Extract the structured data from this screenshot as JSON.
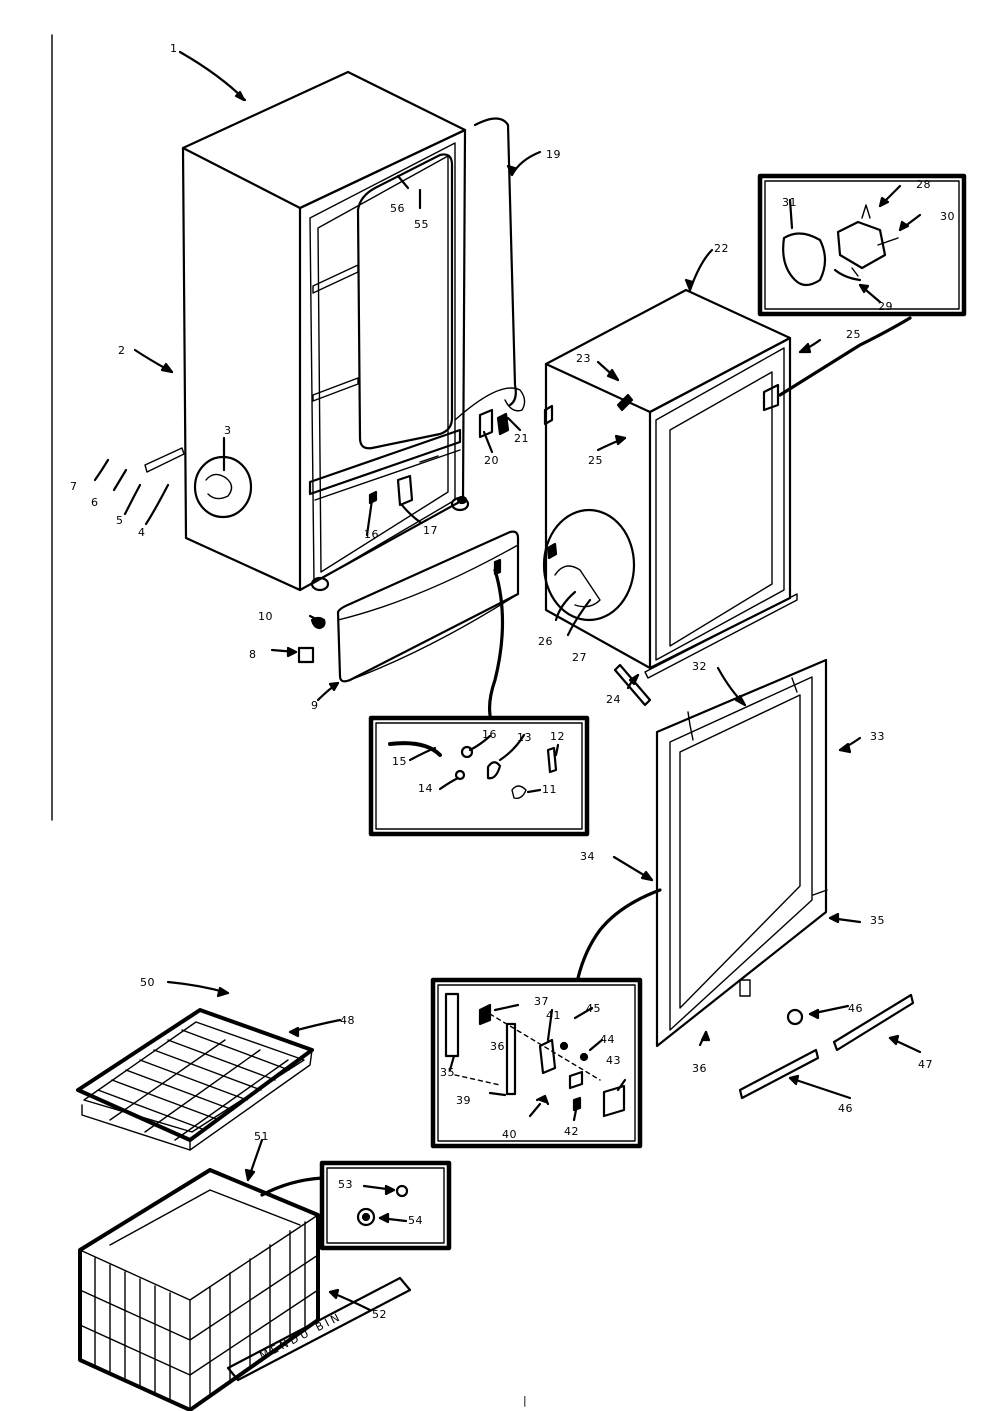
{
  "diagram": {
    "bin_label": "MENDU BIN",
    "footer_mark": "|",
    "parts": [
      {
        "id": "p1",
        "num": "1"
      },
      {
        "id": "p2",
        "num": "2"
      },
      {
        "id": "p3",
        "num": "3"
      },
      {
        "id": "p4",
        "num": "4"
      },
      {
        "id": "p5",
        "num": "5"
      },
      {
        "id": "p6",
        "num": "6"
      },
      {
        "id": "p7",
        "num": "7"
      },
      {
        "id": "p8",
        "num": "8"
      },
      {
        "id": "p9",
        "num": "9"
      },
      {
        "id": "p10",
        "num": "10"
      },
      {
        "id": "p11",
        "num": "11"
      },
      {
        "id": "p12",
        "num": "12"
      },
      {
        "id": "p13",
        "num": "13"
      },
      {
        "id": "p14",
        "num": "14"
      },
      {
        "id": "p15",
        "num": "15"
      },
      {
        "id": "p16a",
        "num": "16"
      },
      {
        "id": "p16b",
        "num": "16"
      },
      {
        "id": "p17",
        "num": "17"
      },
      {
        "id": "p19",
        "num": "19"
      },
      {
        "id": "p20",
        "num": "20"
      },
      {
        "id": "p21",
        "num": "21"
      },
      {
        "id": "p22",
        "num": "22"
      },
      {
        "id": "p23",
        "num": "23"
      },
      {
        "id": "p24",
        "num": "24"
      },
      {
        "id": "p25a",
        "num": "25"
      },
      {
        "id": "p25b",
        "num": "25"
      },
      {
        "id": "p26",
        "num": "26"
      },
      {
        "id": "p27",
        "num": "27"
      },
      {
        "id": "p28",
        "num": "28"
      },
      {
        "id": "p29",
        "num": "29"
      },
      {
        "id": "p30",
        "num": "30"
      },
      {
        "id": "p31",
        "num": "31"
      },
      {
        "id": "p32",
        "num": "32"
      },
      {
        "id": "p33",
        "num": "33"
      },
      {
        "id": "p34",
        "num": "34"
      },
      {
        "id": "p35a",
        "num": "35"
      },
      {
        "id": "p35b",
        "num": "35"
      },
      {
        "id": "p36a",
        "num": "36"
      },
      {
        "id": "p36b",
        "num": "36"
      },
      {
        "id": "p37",
        "num": "37"
      },
      {
        "id": "p39",
        "num": "39"
      },
      {
        "id": "p40",
        "num": "40"
      },
      {
        "id": "p41",
        "num": "41"
      },
      {
        "id": "p42",
        "num": "42"
      },
      {
        "id": "p43",
        "num": "43"
      },
      {
        "id": "p44",
        "num": "44"
      },
      {
        "id": "p45",
        "num": "45"
      },
      {
        "id": "p46a",
        "num": "46"
      },
      {
        "id": "p46b",
        "num": "46"
      },
      {
        "id": "p47",
        "num": "47"
      },
      {
        "id": "p48",
        "num": "48"
      },
      {
        "id": "p49",
        "num": "48"
      },
      {
        "id": "p50",
        "num": "50"
      },
      {
        "id": "p51",
        "num": "51"
      },
      {
        "id": "p52",
        "num": "52"
      },
      {
        "id": "p53",
        "num": "53"
      },
      {
        "id": "p54",
        "num": "54"
      },
      {
        "id": "p55",
        "num": "55"
      },
      {
        "id": "p56",
        "num": "56"
      }
    ]
  }
}
